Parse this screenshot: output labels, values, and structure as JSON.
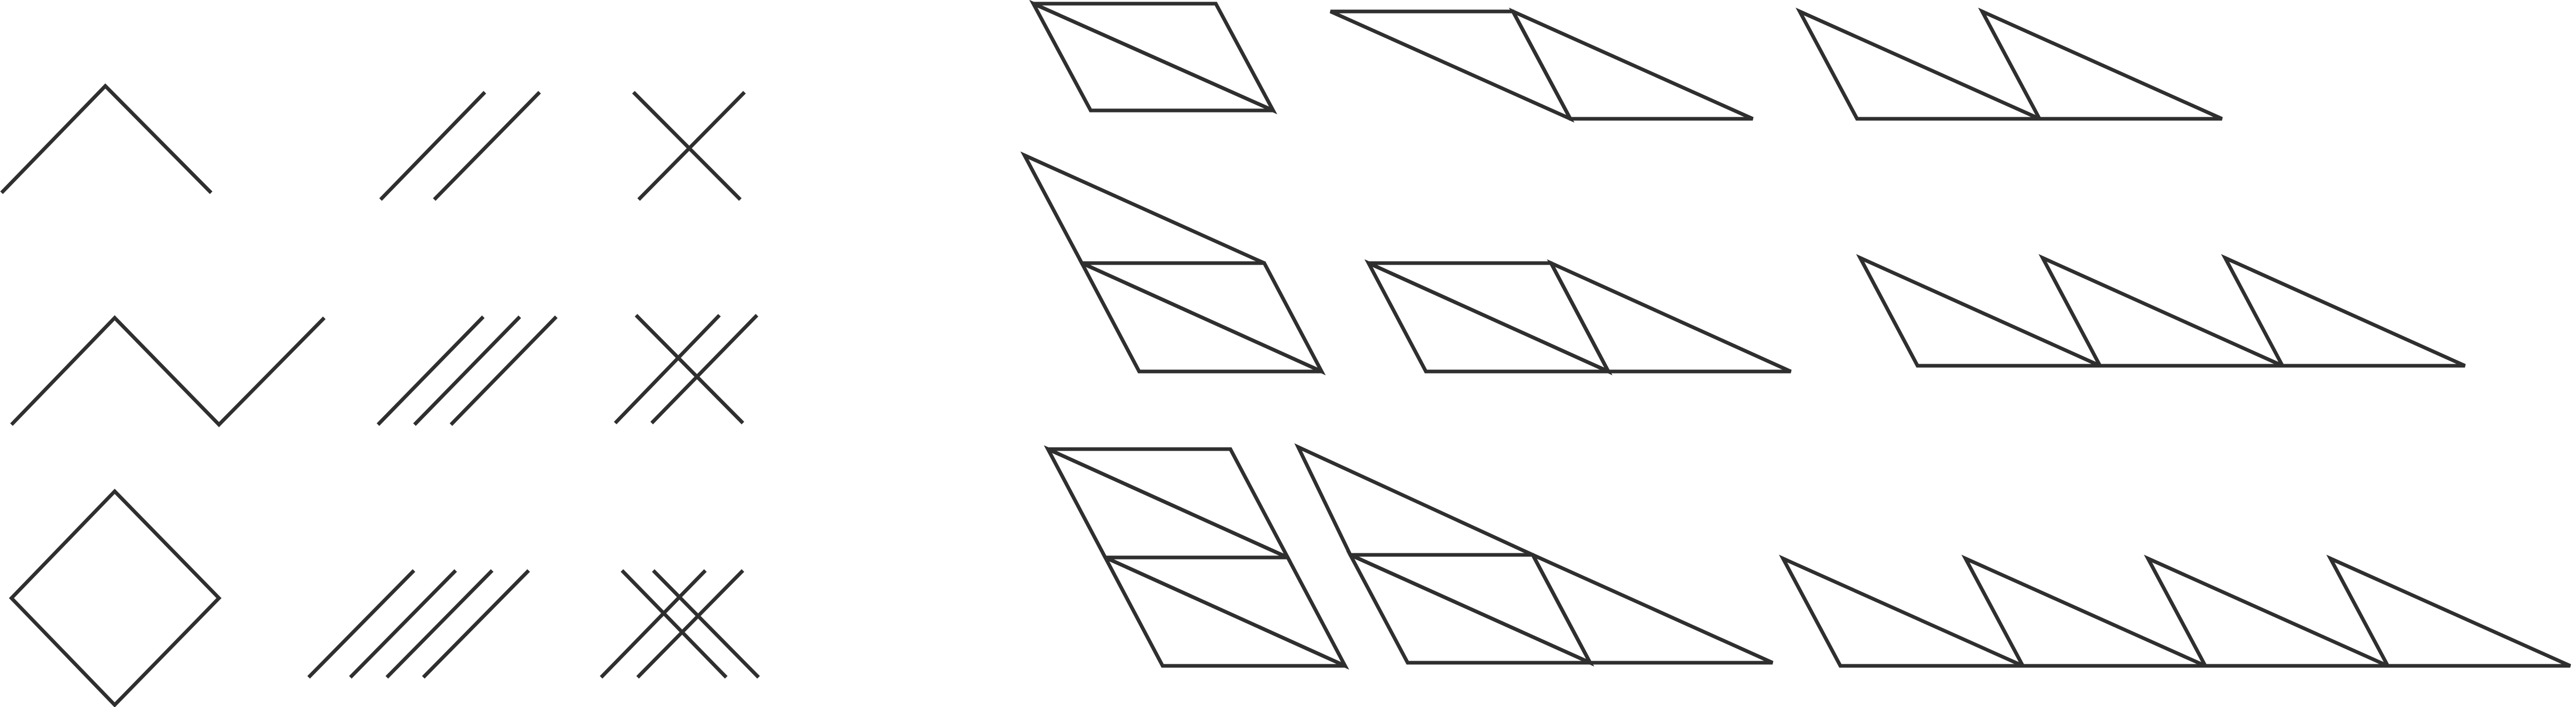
{
  "colors": {
    "stroke": "#2f2f2f",
    "background": "#ffffff"
  },
  "figure": {
    "left_panel": {
      "rows": 3,
      "columns": [
        "zigzag",
        "parallel-lines",
        "crossing-lines"
      ],
      "row_counts": [
        2,
        3,
        4
      ]
    },
    "right_panel": {
      "rows": 3,
      "columns": [
        "stacked-triangles",
        "offset-triangles",
        "sawtooth-triangles"
      ],
      "triangle_counts": [
        2,
        3,
        4
      ]
    }
  }
}
